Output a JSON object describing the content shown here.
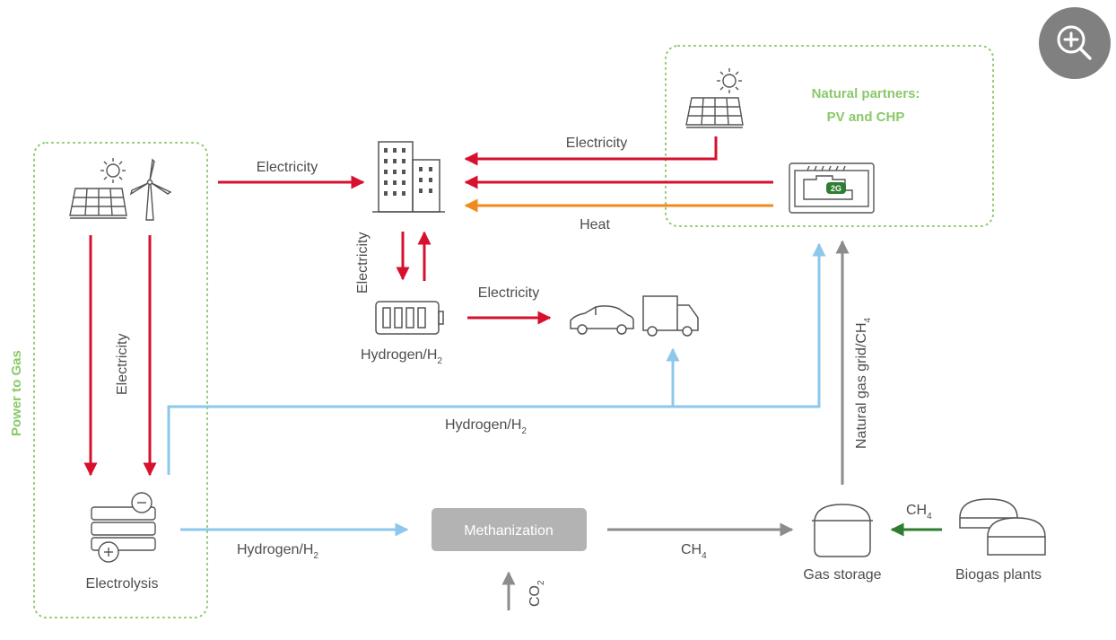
{
  "power_to_gas": {
    "title": "Power to Gas"
  },
  "natural_partners": {
    "line1": "Natural partners:",
    "line2": "PV and CHP"
  },
  "labels": {
    "electricity_top": "Electricity",
    "electricity_pv": "Electricity",
    "heat": "Heat",
    "electricity_vertical_building": "Electricity",
    "electricity_battery_to_car": "Electricity",
    "electricity_left_vertical": "Electricity",
    "hydrogen_battery": "Hydrogen/H",
    "hydrogen_battery_sub": "2",
    "hydrogen_mid": "Hydrogen/H",
    "hydrogen_mid_sub": "2",
    "hydrogen_bottom": "Hydrogen/H",
    "hydrogen_bottom_sub": "2",
    "methanization": "Methanization",
    "ch4_bottom": "CH",
    "ch4_bottom_sub": "4",
    "ch4_biogas": "CH",
    "ch4_biogas_sub": "4",
    "co2": "CO",
    "co2_sub": "2",
    "natural_gas_grid": "Natural gas grid/CH",
    "natural_gas_grid_sub": "4",
    "gas_storage": "Gas storage",
    "biogas_plants": "Biogas plants",
    "electrolysis": "Electrolysis",
    "chp_badge": "2G"
  },
  "icons": [
    "sun-icon",
    "solar-panel-icon",
    "wind-turbine-icon",
    "building-icon",
    "battery-icon",
    "car-icon",
    "truck-icon",
    "chp-unit-icon",
    "electrolysis-icon",
    "gas-storage-icon",
    "biogas-plants-icon",
    "zoom-in-icon"
  ],
  "colors": {
    "electricity": "#d6102d",
    "heat": "#f08a1c",
    "hydrogen": "#8dc8ec",
    "methane": "#8c8c8c",
    "biogas": "#2e7d32",
    "partner_green": "#8ac96a"
  }
}
